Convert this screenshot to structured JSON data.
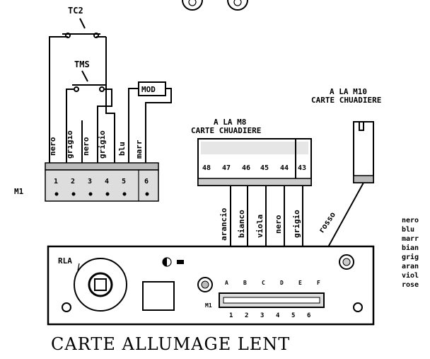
{
  "diagram": {
    "title": "CARTE  ALLUMAGE  LENT",
    "switch_top": "TC2",
    "switch_mid": "TMS",
    "mod_box": "MOD",
    "m1_label": "M1",
    "m1_wires": [
      "nero",
      "grigio",
      "nero",
      "grigio",
      "blu",
      "marr"
    ],
    "m1_pins": [
      "1",
      "2",
      "3",
      "4",
      "5",
      "6"
    ],
    "m8_ref": "A LA M8",
    "m8_ref2": "CARTE CHUADIERE",
    "m8_pins": [
      "48",
      "47",
      "46",
      "45",
      "44",
      "43"
    ],
    "m10_ref": "A LA M10",
    "m10_ref2": "CARTE CHUADIERE",
    "board_wires": [
      "arancio",
      "bianco",
      "viola",
      "nero",
      "grigio",
      "rosso"
    ],
    "rla": "RLA",
    "board_letters": [
      "A",
      "B",
      "C",
      "D",
      "E",
      "F"
    ],
    "board_numbers": [
      "1",
      "2",
      "3",
      "4",
      "5",
      "6"
    ],
    "m11": "M1",
    "legend": [
      "nero",
      "blu",
      "marr",
      "bian",
      "grig",
      "aran",
      "viol",
      "rose"
    ]
  }
}
